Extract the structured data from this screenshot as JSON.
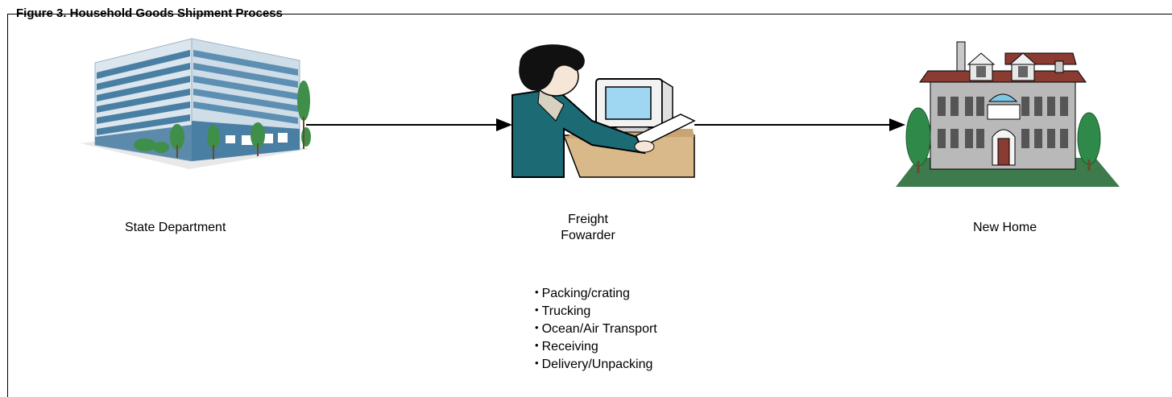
{
  "figure": {
    "caption": "Figure 3. Household Goods Shipment Process"
  },
  "nodes": {
    "state_department": {
      "label": "State Department"
    },
    "freight_forwarder": {
      "label_line1": "Freight",
      "label_line2": "Fowarder"
    },
    "new_home": {
      "label": "New Home"
    }
  },
  "services": [
    "Packing/crating",
    "Trucking",
    "Ocean/Air Transport",
    "Receiving",
    "Delivery/Unpacking"
  ],
  "colors": {
    "building": "#4a7fa4",
    "building_light": "#dbe6ee",
    "teal_jacket": "#1b6a74",
    "desk": "#d9b98a",
    "house_gray": "#b9b9b9",
    "roof": "#8a3c32",
    "lawn": "#3d7a4c",
    "tree": "#2f8a4a"
  }
}
